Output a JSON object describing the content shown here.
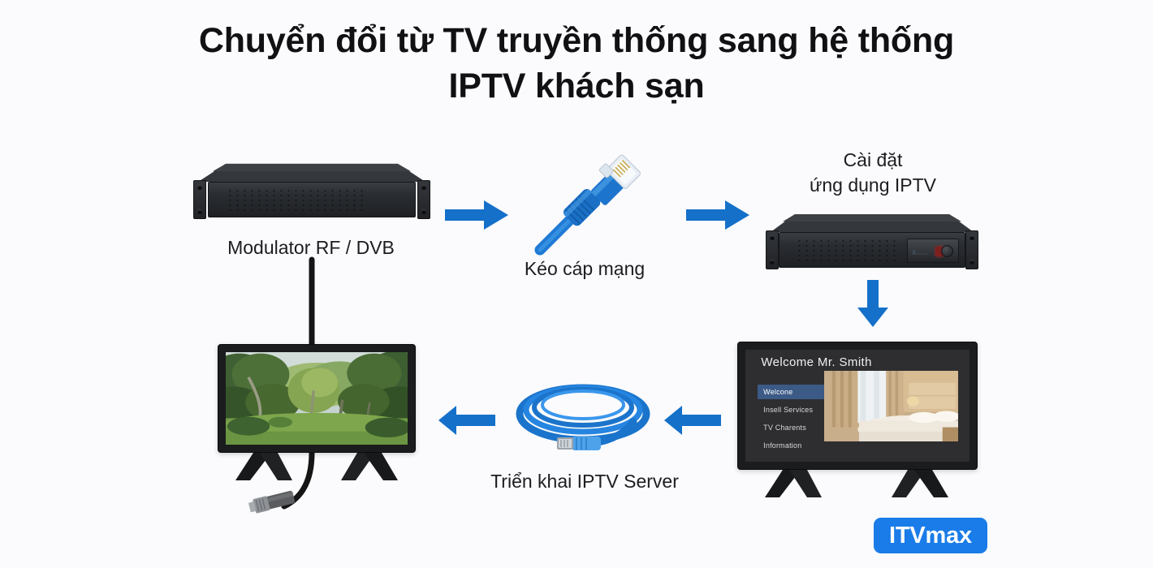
{
  "page": {
    "title": "Chuyển đổi từ TV truyền thống sang hệ thống IPTV khách sạn",
    "background_color": "#fbfbfd",
    "accent_color": "#1570c9"
  },
  "diagram": {
    "type": "flow-diagram",
    "nodes": [
      {
        "id": "modulator",
        "label": "Modulator RF / DVB",
        "kind": "rack-server"
      },
      {
        "id": "network-cable",
        "label": "Kéo cáp mạng",
        "kind": "rj45-cable"
      },
      {
        "id": "iptv-server",
        "label_line1": "Cài đặt",
        "label_line2": "ứng dụng IPTV",
        "kind": "rack-server"
      },
      {
        "id": "iptv-tv",
        "label": "",
        "kind": "television"
      },
      {
        "id": "coil-cable",
        "label": "Triển khai IPTV Server",
        "kind": "coiled-cable"
      },
      {
        "id": "legacy-tv",
        "label": "",
        "kind": "television"
      }
    ],
    "arrows": [
      {
        "id": "arrow-modulator-to-cable",
        "direction": "right"
      },
      {
        "id": "arrow-cable-to-server",
        "direction": "right"
      },
      {
        "id": "arrow-server-to-tv",
        "direction": "down"
      },
      {
        "id": "arrow-tv-to-coil",
        "direction": "left"
      },
      {
        "id": "arrow-coil-to-legacy-tv",
        "direction": "left"
      }
    ]
  },
  "iptv_screen": {
    "welcome_text": "Welcome Mr. Smith",
    "menu": [
      {
        "label": "Welcone",
        "active": true
      },
      {
        "label": "Insell Services",
        "active": false
      },
      {
        "label": "TV Charents",
        "active": false
      },
      {
        "label": "Information",
        "active": false
      }
    ],
    "photo_alt": "hotel-room-photo",
    "highlight_color": "#3b5a86"
  },
  "legacy_screen": {
    "photo_alt": "forest-park-scene"
  },
  "logo": {
    "text": "ITVmax",
    "background_color": "#1a7ce8",
    "text_color": "#ffffff"
  }
}
